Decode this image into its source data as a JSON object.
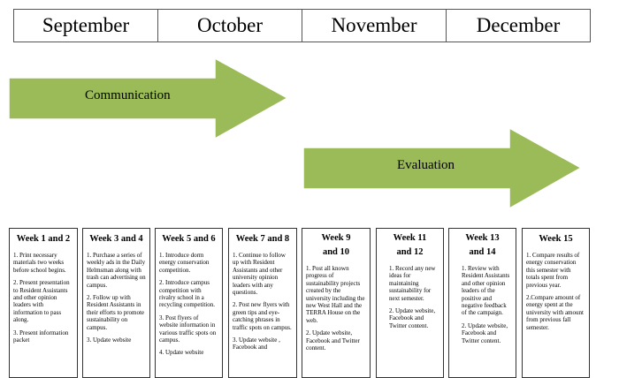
{
  "months": [
    "September",
    "October",
    "November",
    "December"
  ],
  "arrows": {
    "communication": "Communication",
    "evaluation": "Evaluation",
    "fill_color": "#9bbb59",
    "stroke_color": "#ffffff"
  },
  "weeks": [
    {
      "title": "Week 1 and 2",
      "items": [
        "1. Print necessary materials two weeks before school begins.",
        "2. Present presentation to Resident Assistants and other opinion leaders with information to pass along.",
        "3. Present information packet"
      ]
    },
    {
      "title": "Week 3 and 4",
      "items": [
        "1. Purchase a series of weekly ads in the Daily Helmsman along with trash can advertising on campus.",
        "2. Follow up with Resident Assistants in their efforts to promote sustainability on campus.",
        "3. Update website"
      ]
    },
    {
      "title": "Week 5 and 6",
      "items": [
        "1. Introduce dorm energy conservation competition.",
        "2. Introduce campus competition with rivalry school in a recycling competition.",
        "3. Post flyers of website information in various traffic spots on campus.",
        "4. Update website"
      ]
    },
    {
      "title": "Week 7 and 8",
      "items": [
        "1. Continue to follow up with Resident Assistants and other university opinion leaders with any questions.",
        "2. Post new flyers with green tips and eye-catching phrases in traffic spots on campus.",
        "3. Update website , Facebook and"
      ]
    },
    {
      "title": "Week 9 and 10",
      "items": [
        "1. Post all known progress of sustainability projects created by the university including the new West Hall and the TERRA House on the web.",
        "2. Update website, Facebook and Twitter content."
      ]
    },
    {
      "title": "Week 11 and 12",
      "items": [
        "1. Record any new ideas for maintaining sustainability for next semester.",
        "2. Update website, Facebook and Twitter content."
      ]
    },
    {
      "title": "Week 13 and 14",
      "items": [
        "1. Review with Resident Assistants and other opinion leaders of the positive and negative feedback of the campaign.",
        "2. Update website, Facebook and Twitter content."
      ]
    },
    {
      "title": "Week 15",
      "items": [
        "1. Compare results of energy conservation this semester with totals spent from previous year.",
        "2.Compare amount of energy spent at the university with amount from previous fall semester."
      ]
    }
  ]
}
